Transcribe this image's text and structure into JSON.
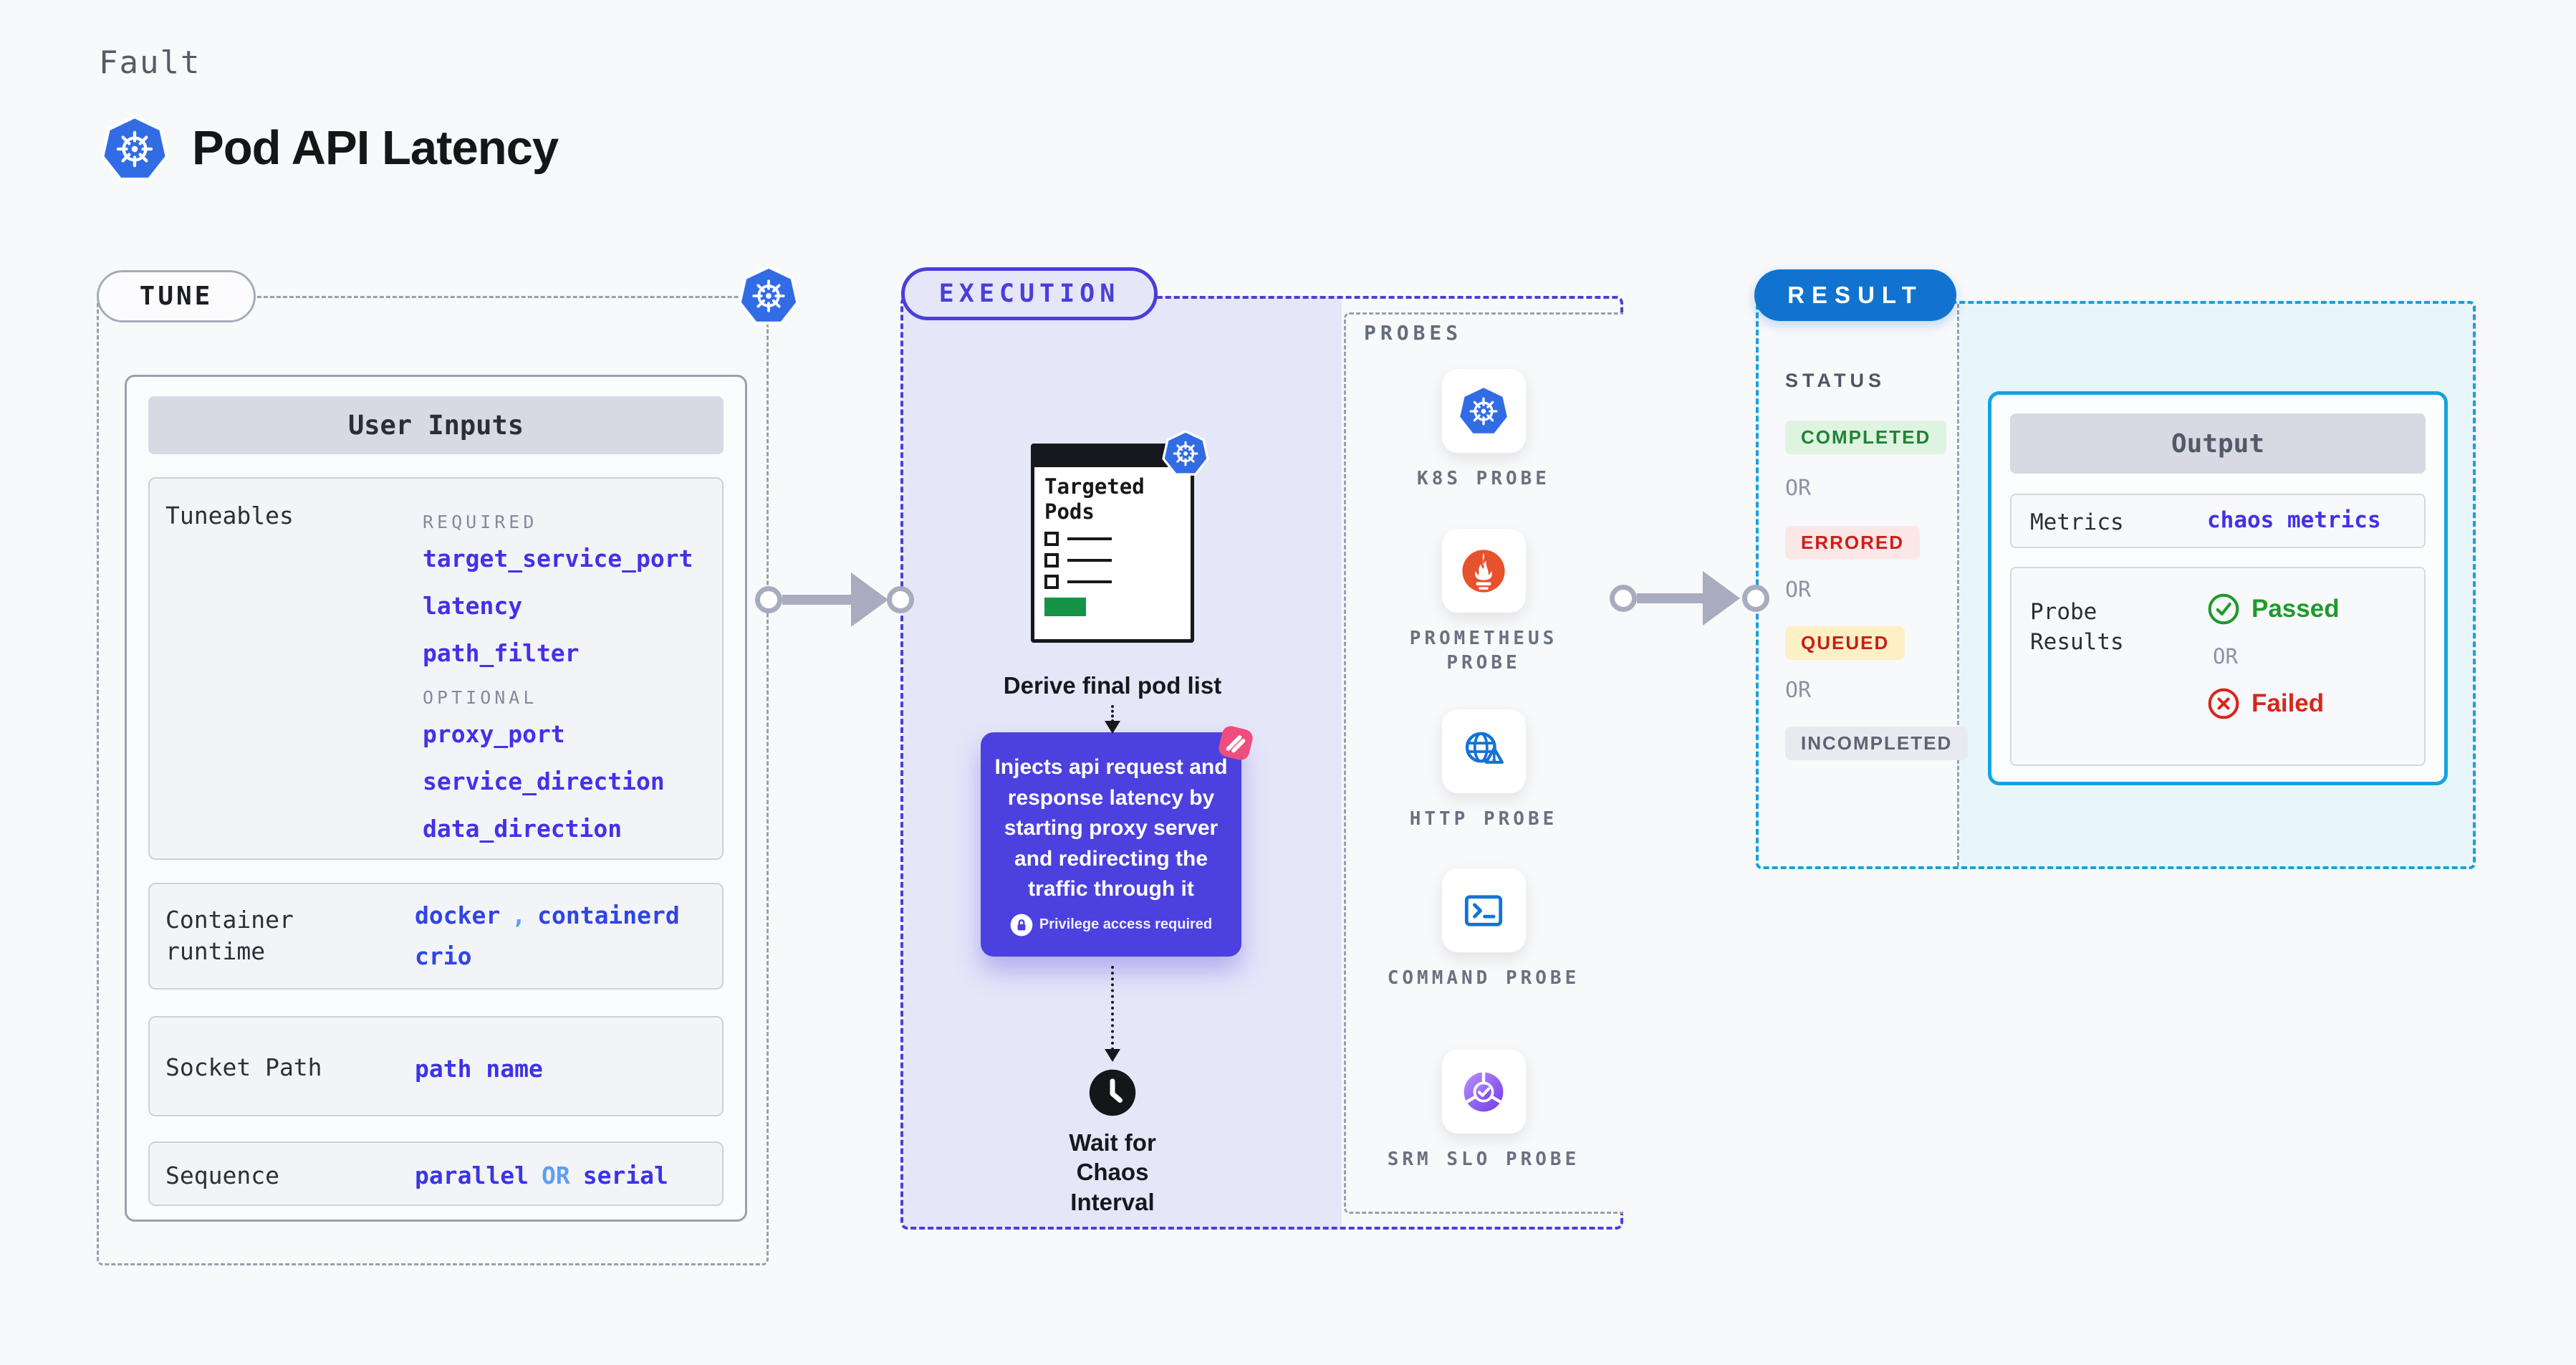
{
  "header": {
    "kicker": "Fault",
    "title": "Pod API Latency",
    "logo_icon": "kubernetes-icon"
  },
  "tune": {
    "label": "TUNE",
    "corner_icon": "kubernetes-icon",
    "user_inputs": {
      "title": "User Inputs",
      "tuneables": {
        "label": "Tuneables",
        "required_label": "REQUIRED",
        "required": [
          "target_service_port",
          "latency",
          "path_filter"
        ],
        "optional_label": "OPTIONAL",
        "optional": [
          "proxy_port",
          "service_direction",
          "data_direction"
        ]
      },
      "container_runtime": {
        "label": "Container runtime",
        "values": [
          "docker",
          "containerd",
          "crio"
        ],
        "separator": ","
      },
      "socket_path": {
        "label": "Socket Path",
        "value": "path name"
      },
      "sequence": {
        "first": "parallel",
        "or": "OR",
        "second": "serial",
        "label": "Sequence"
      }
    }
  },
  "execution": {
    "label": "EXECUTION",
    "targeted_pods": {
      "title": "Targeted Pods",
      "badge_icon": "kubernetes-icon"
    },
    "derive_step": "Derive final pod list",
    "inject_step": {
      "text": "Injects api request and response latency by starting proxy server and redirecting the traffic through it",
      "note": "Privilege access required",
      "note_icon": "lock-icon",
      "corner_icon": "chaos-icon"
    },
    "wait_step": "Wait for Chaos Interval",
    "wait_icon": "clock-icon"
  },
  "probes": {
    "label": "PROBES",
    "items": [
      {
        "name": "K8S PROBE",
        "icon": "kubernetes-icon"
      },
      {
        "name": "PROMETHEUS PROBE",
        "icon": "prometheus-icon"
      },
      {
        "name": "HTTP PROBE",
        "icon": "http-probe-icon"
      },
      {
        "name": "COMMAND PROBE",
        "icon": "command-probe-icon"
      },
      {
        "name": "SRM SLO PROBE",
        "icon": "srm-slo-probe-icon"
      }
    ]
  },
  "result": {
    "label": "RESULT",
    "status": {
      "label": "STATUS",
      "or_label": "OR",
      "badges": [
        {
          "text": "COMPLETED",
          "fg": "#1e8535",
          "bg": "#def3e0"
        },
        {
          "text": "ERRORED",
          "fg": "#ce1f17",
          "bg": "#fbe7e6"
        },
        {
          "text": "QUEUED",
          "fg": "#c32019",
          "bg": "#fdf0c5"
        },
        {
          "text": "INCOMPLETED",
          "fg": "#5d6374",
          "bg": "#e9eaf0"
        }
      ]
    },
    "output": {
      "title": "Output",
      "metrics_label": "Metrics",
      "metrics_value": "chaos metrics",
      "probe_results_label": "Probe Results",
      "passed": "Passed",
      "or_label": "OR",
      "failed": "Failed"
    }
  },
  "colors": {
    "page_bg": "#f8f9fb",
    "indigo": "#4a3fd8",
    "lavender_fill": "#e6e6f9",
    "inject_bg": "#4c41de",
    "result_blue": "#1173cf",
    "result_dash_cyan": "#1b9fdb",
    "output_border": "#14a3e0",
    "cyan_fill": "#e8f5fb",
    "code_blue": "#4331e9",
    "light_blue": "#5f9df3",
    "k8s_blue": "#326ce5",
    "prometheus_orange": "#e6522c",
    "chaos_pink": "#ef4e7d",
    "arrow_gray": "#a9abbe",
    "green_ok": "#1f9a2c",
    "red_fail": "#d8271c",
    "targeted_pods_green": "#169347"
  }
}
